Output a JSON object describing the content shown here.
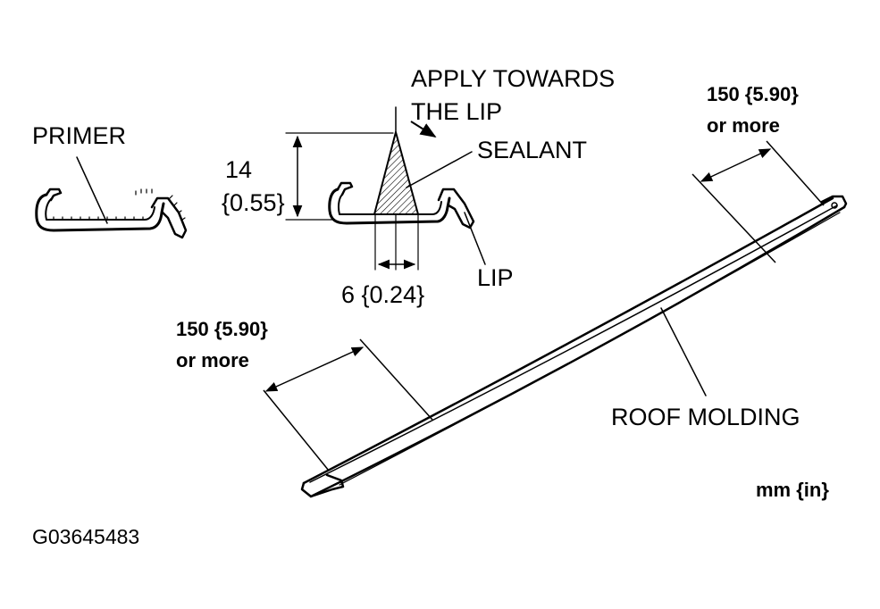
{
  "labels": {
    "primer": "PRIMER",
    "apply_line1": "APPLY TOWARDS",
    "apply_line2": "THE LIP",
    "sealant": "SEALANT",
    "lip": "LIP",
    "roof_molding": "ROOF MOLDING",
    "height_value": "14",
    "height_inch": "{0.55}",
    "width_value": "6 {0.24}",
    "dim_right_line1": "150 {5.90}",
    "dim_right_line2": "or more",
    "dim_left_line1": "150 {5.90}",
    "dim_left_line2": "or more",
    "units": "mm {in}",
    "figure_id": "G03645483"
  },
  "colors": {
    "ink": "#000000",
    "paper": "#ffffff"
  }
}
